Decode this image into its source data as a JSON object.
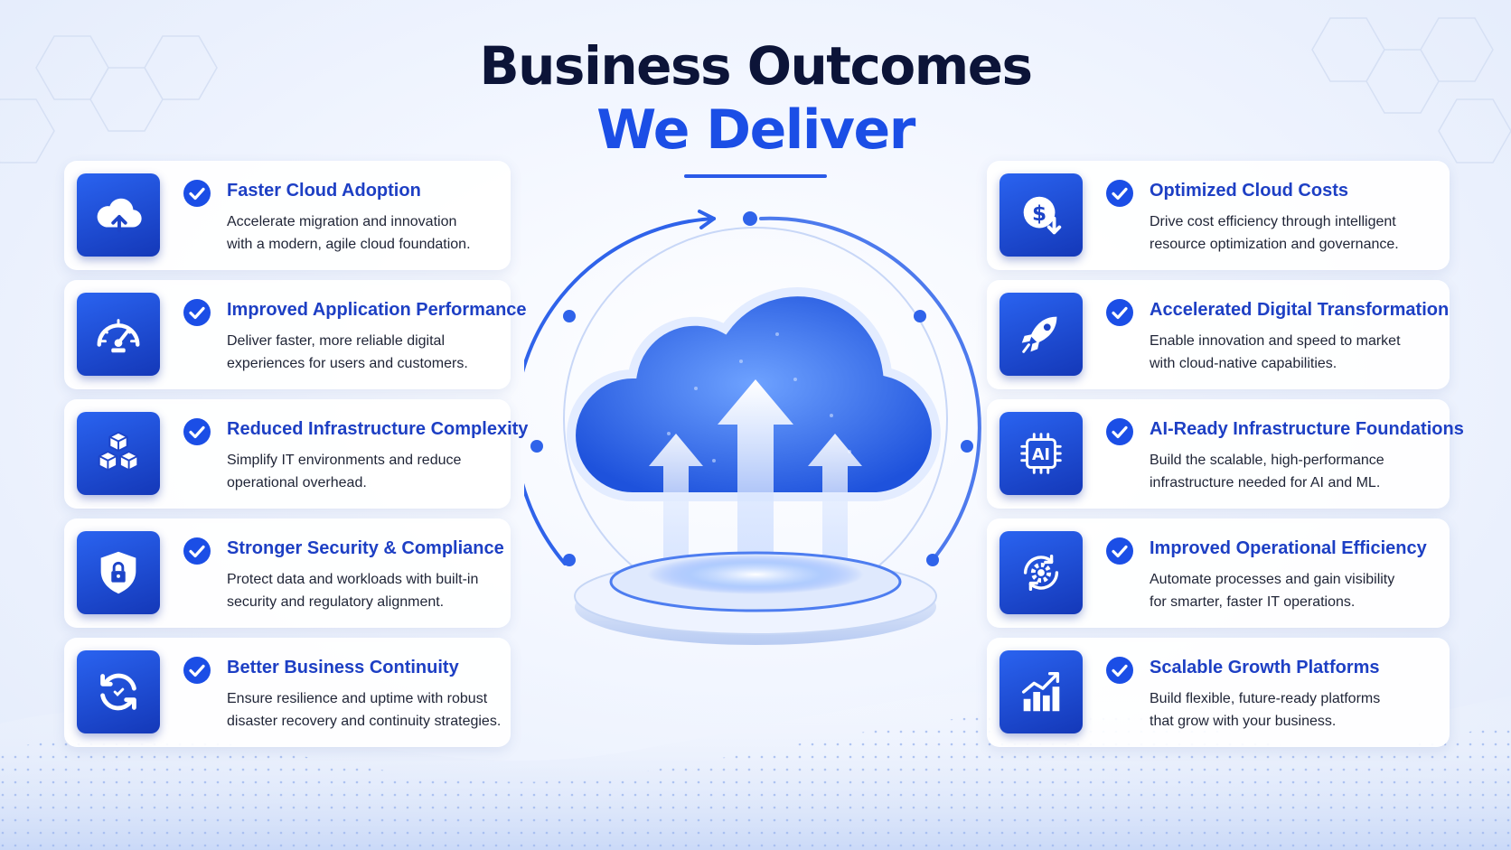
{
  "header": {
    "title_line1": "Business Outcomes",
    "title_line2": "We Deliver"
  },
  "colors": {
    "brand_blue": "#1b4ee6",
    "dark_navy": "#0c1438",
    "card_title_blue": "#1d3fc4"
  },
  "left_outcomes": [
    {
      "icon": "cloud-upload-icon",
      "title": "Faster Cloud Adoption",
      "desc_line1": "Accelerate migration and innovation",
      "desc_line2": "with a modern, agile cloud foundation."
    },
    {
      "icon": "speedometer-icon",
      "title": "Improved Application Performance",
      "desc_line1": "Deliver faster, more reliable digital",
      "desc_line2": "experiences for users and customers."
    },
    {
      "icon": "cubes-icon",
      "title": "Reduced Infrastructure Complexity",
      "desc_line1": "Simplify IT environments and reduce",
      "desc_line2": "operational overhead."
    },
    {
      "icon": "shield-lock-icon",
      "title": "Stronger Security & Compliance",
      "desc_line1": "Protect data and workloads with built-in",
      "desc_line2": "security and regulatory alignment."
    },
    {
      "icon": "refresh-icon",
      "title": "Better Business Continuity",
      "desc_line1": "Ensure resilience and uptime with robust",
      "desc_line2": "disaster recovery and continuity strategies."
    }
  ],
  "right_outcomes": [
    {
      "icon": "dollar-icon",
      "title": "Optimized Cloud Costs",
      "desc_line1": "Drive cost efficiency through intelligent",
      "desc_line2": "resource optimization and governance."
    },
    {
      "icon": "rocket-icon",
      "title": "Accelerated Digital Transformation",
      "desc_line1": "Enable innovation and speed to market",
      "desc_line2": "with cloud-native capabilities."
    },
    {
      "icon": "ai-chip-icon",
      "title": "AI-Ready Infrastructure Foundations",
      "desc_line1": "Build the scalable, high-performance",
      "desc_line2": "infrastructure needed for AI and ML."
    },
    {
      "icon": "gear-cycle-icon",
      "title": "Improved Operational Efficiency",
      "desc_line1": "Automate processes and gain visibility",
      "desc_line2": "for smarter, faster IT operations."
    },
    {
      "icon": "growth-chart-icon",
      "title": "Scalable Growth Platforms",
      "desc_line1": "Build flexible, future-ready platforms",
      "desc_line2": "that grow with your business."
    }
  ],
  "center_graphic": {
    "icon": "cloud-arrows-podium-icon",
    "chip_label": "AI"
  }
}
